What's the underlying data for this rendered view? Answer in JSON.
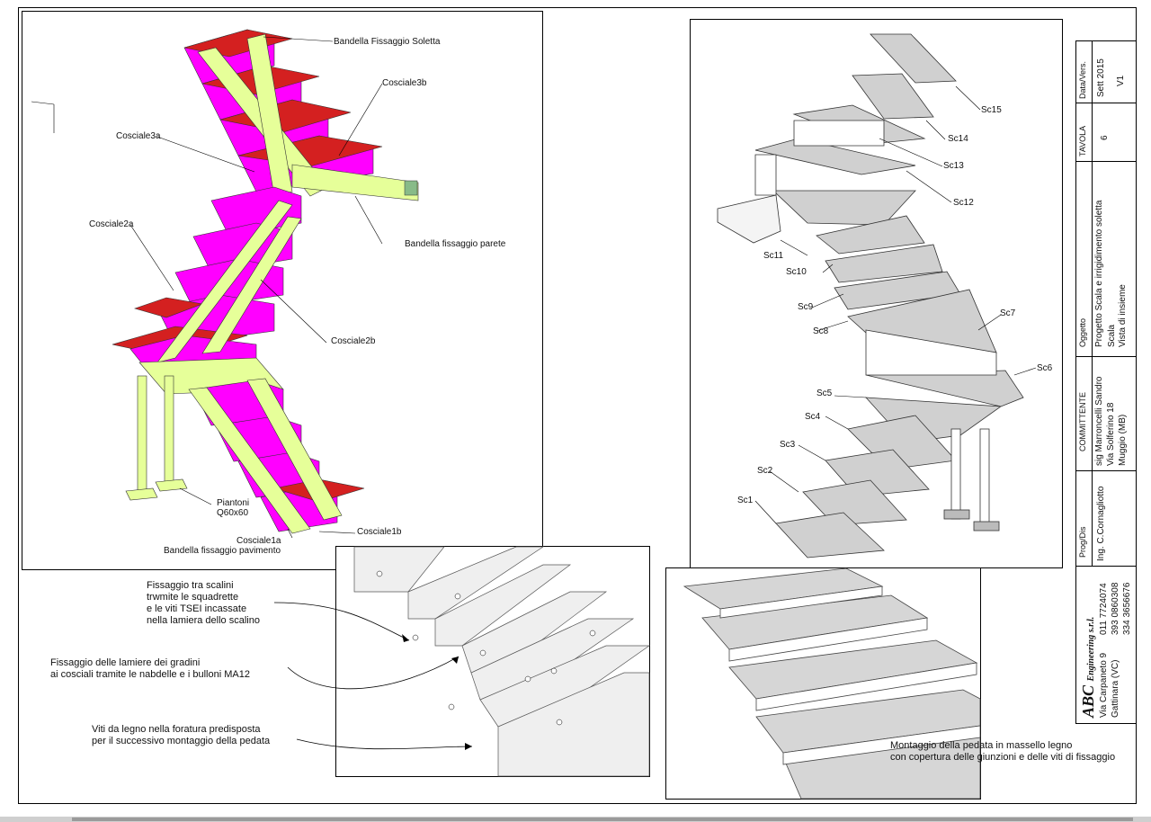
{
  "left_panel": {
    "labels": {
      "bandella_soletta": "Bandella Fissaggio Soletta",
      "cosciale3b": "Cosciale3b",
      "cosciale3a": "Cosciale3a",
      "bandella_parete": "Bandella fissaggio parete",
      "cosciale2a": "Cosciale2a",
      "cosciale2b": "Cosciale2b",
      "piantoni": "Piantoni",
      "piantoni_size": "Q60x60",
      "cosciale1b": "Cosciale1b",
      "cosciale1a": "Cosciale1a",
      "bandella_pavimento": "Bandella fissaggio pavimento"
    }
  },
  "right_panel": {
    "steps": [
      "Sc1",
      "Sc2",
      "Sc3",
      "Sc4",
      "Sc5",
      "Sc6",
      "Sc7",
      "Sc8",
      "Sc9",
      "Sc10",
      "Sc11",
      "Sc12",
      "Sc13",
      "Sc14",
      "Sc15"
    ]
  },
  "notes": {
    "fissaggio_scalini": [
      "Fissaggio tra scalini",
      "trwmite le squadrette",
      "e le viti TSEI incassate",
      "nella lamiera dello scalino"
    ],
    "fissaggio_lamiere": [
      "Fissaggio delle lamiere dei gradini",
      "ai cosciali  tramite le nabdelle e i bulloni MA12"
    ],
    "viti_legno": [
      "Viti da legno nella foratura predisposta",
      "per il successivo montaggio della pedata"
    ],
    "montaggio_pedata": [
      "Montaggio della pedata in massello legno",
      "con copertura delle giunzioni e delle viti di fissaggio"
    ]
  },
  "title_block": {
    "data_vers_header": "Data/Vers.",
    "data": "Sett 2015",
    "version": "V1",
    "tavola_header": "TAVOLA",
    "tavola": "6",
    "oggetto_header": "Oggetto",
    "oggetto_lines": [
      "Progetto Scala e irrigidimento soletta",
      "Scala",
      "Vista di insieme"
    ],
    "committente_header": "COMMITTENTE",
    "committente_lines": [
      "sig Marroncelli Sandro",
      "Via Solferino 18",
      "Muggio (MB)"
    ],
    "prog_header": "Prog/Dis",
    "prog": "Ing. C.Cornagliotto",
    "company_name": "ABC",
    "company_suffix": "Engineering s.r.l.",
    "company_address": [
      "Via Carpaneto 9",
      "Gattinara (VC)"
    ],
    "company_phones": [
      "011 7724074",
      "393 0860308",
      "334 3656676"
    ]
  },
  "colors": {
    "magenta": "#ff00ff",
    "yellow_green": "#e6ff99",
    "red": "#d42020",
    "step_grey": "#d0d0d0"
  }
}
